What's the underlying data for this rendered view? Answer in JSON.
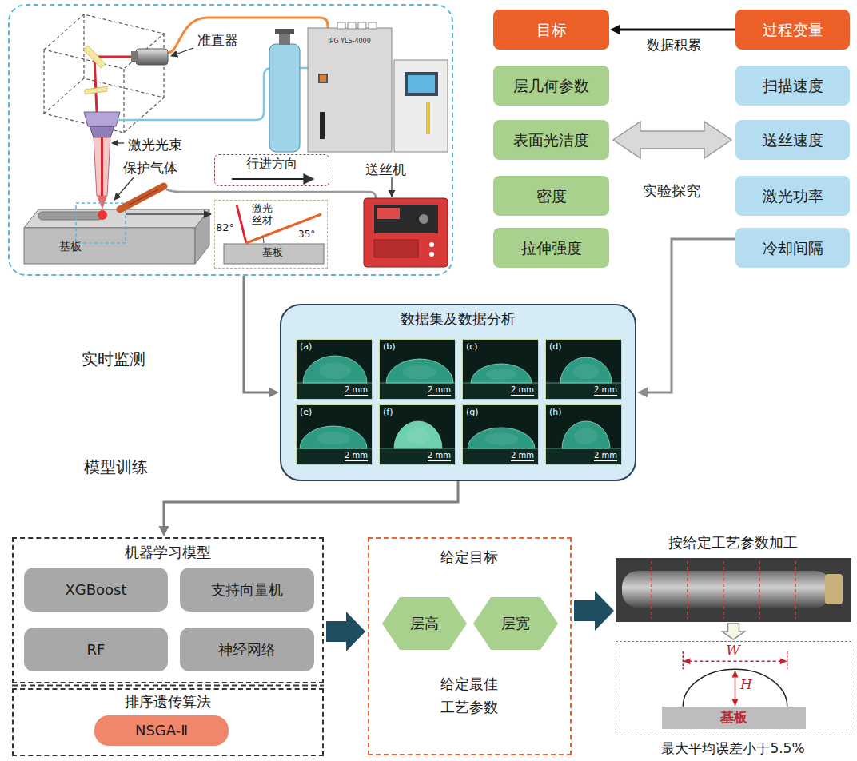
{
  "diagram": {
    "nodes": [
      {
        "text": [
          "准直器",
          "激光光束",
          "保护气体",
          "送丝机",
          "基板"
        ]
      },
      {
        "text": [
          "行进方向"
        ],
        "in": 0
      },
      {
        "text": [
          "激光",
          "丝材",
          "82°",
          "35°",
          "基板"
        ],
        "in": 0
      },
      {
        "text": [
          "目标"
        ]
      },
      {
        "text": [
          "过程变量"
        ]
      },
      {
        "text": [
          "层几何参数"
        ]
      },
      {
        "text": [
          "表面光洁度"
        ]
      },
      {
        "text": [
          "密度"
        ]
      },
      {
        "text": [
          "拉伸强度"
        ]
      },
      {
        "text": [
          "扫描速度"
        ]
      },
      {
        "text": [
          "送丝速度"
        ]
      },
      {
        "text": [
          "激光功率"
        ]
      },
      {
        "text": [
          "冷却间隔"
        ]
      },
      {
        "text": [
          "数据集及数据分析"
        ]
      },
      {
        "text": [
          "(a)",
          "2 mm"
        ],
        "in": 13
      },
      {
        "text": [
          "(b)",
          "2 mm"
        ],
        "in": 13
      },
      {
        "text": [
          "(c)",
          "2 mm"
        ],
        "in": 13
      },
      {
        "text": [
          "(d)",
          "2 mm"
        ],
        "in": 13
      },
      {
        "text": [
          "(e)",
          "2 mm"
        ],
        "in": 13
      },
      {
        "text": [
          "(f)",
          "2 mm"
        ],
        "in": 13
      },
      {
        "text": [
          "(g)",
          "2 mm"
        ],
        "in": 13
      },
      {
        "text": [
          "(h)",
          "2 mm"
        ],
        "in": 13
      },
      {
        "text": [
          "机器学习模型"
        ]
      },
      {
        "text": [
          "XGBoost"
        ],
        "in": 22
      },
      {
        "text": [
          "支持向量机"
        ],
        "in": 22
      },
      {
        "text": [
          "RF"
        ],
        "in": 22
      },
      {
        "text": [
          "神经网络"
        ],
        "in": 22
      },
      {
        "text": [
          "排序遗传算法"
        ]
      },
      {
        "text": [
          "NSGA-Ⅱ"
        ],
        "in": 27
      },
      {
        "text": [
          "给定目标",
          "给定最佳 工艺参数"
        ]
      },
      {
        "text": [
          "层高"
        ],
        "in": 29
      },
      {
        "text": [
          "层宽"
        ],
        "in": 29
      },
      {
        "text": [
          "按给定工艺参数加工"
        ]
      },
      {
        "text": [
          "最大平均误差小于5.5%"
        ]
      },
      {
        "text": [
          "基板"
        ],
        "in": 33
      }
    ],
    "edges": [
      {
        "from": 4,
        "to": 3,
        "arrow": "to",
        "label": "数据积累"
      },
      {
        "from": 6,
        "to": 10,
        "arrow": "both",
        "label": "实验探究"
      },
      {
        "from": 12,
        "to": 13,
        "arrow": "to"
      },
      {
        "from": 0,
        "to": 13,
        "arrow": "to",
        "label": "实时监测"
      },
      {
        "from": 13,
        "to": 22,
        "arrow": "to",
        "label": "模型训练"
      },
      {
        "from": 22,
        "to": 29,
        "arrow": "to"
      },
      {
        "from": 29,
        "to": 32,
        "arrow": "to"
      },
      {
        "from": 32,
        "to": 33,
        "arrow": "to"
      }
    ],
    "labels": [
      "IPG YLS-4000",
      "W",
      "H"
    ]
  }
}
